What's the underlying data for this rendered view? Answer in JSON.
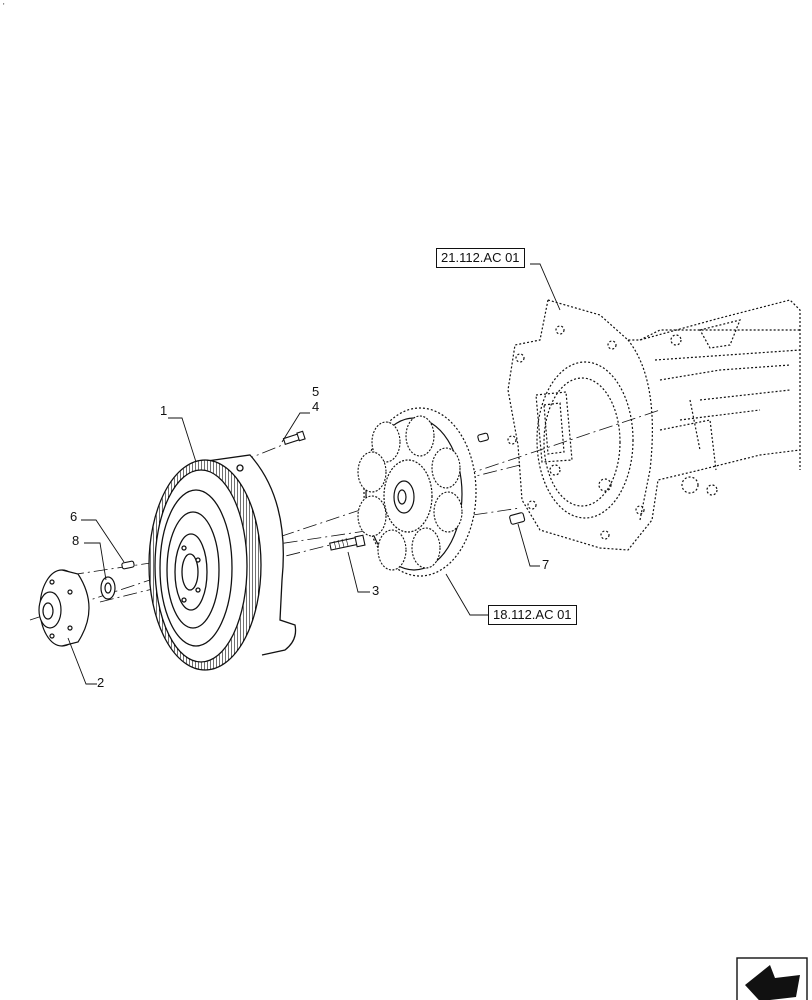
{
  "corner_mark": "'",
  "references": {
    "transmission": "21.112.AC 01",
    "clutch": "18.112.AC 01"
  },
  "callouts": {
    "c1": "1",
    "c2": "2",
    "c3": "3",
    "c4": "4",
    "c5": "5",
    "c6": "6",
    "c7": "7",
    "c8": "8"
  },
  "colors": {
    "line": "#111111",
    "background": "#ffffff",
    "nav_icon_fill": "#111111"
  },
  "icons": {
    "navigation": "page-arrow-icon"
  }
}
